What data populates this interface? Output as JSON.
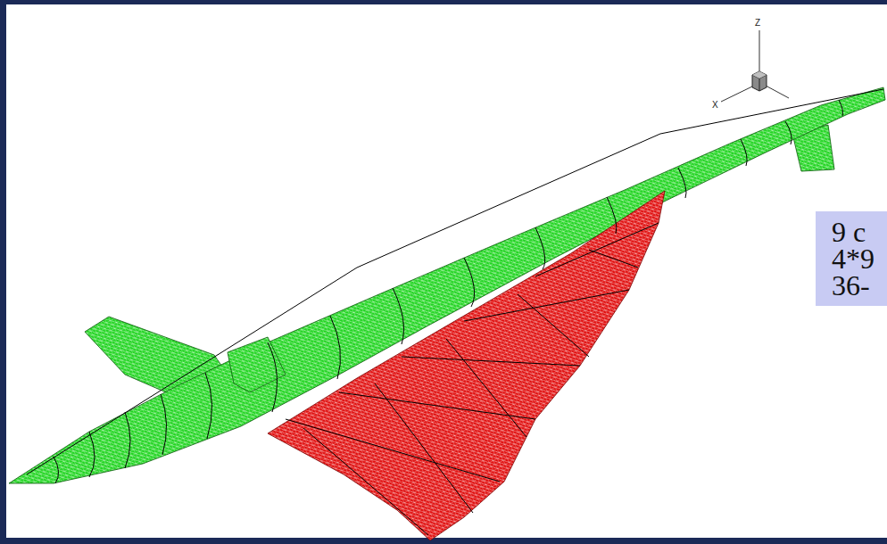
{
  "diagram": {
    "nodes": [
      {
        "text": [
          "9 c",
          "4*9",
          "36-"
        ]
      }
    ],
    "labels": [
      "Z",
      "X"
    ]
  }
}
